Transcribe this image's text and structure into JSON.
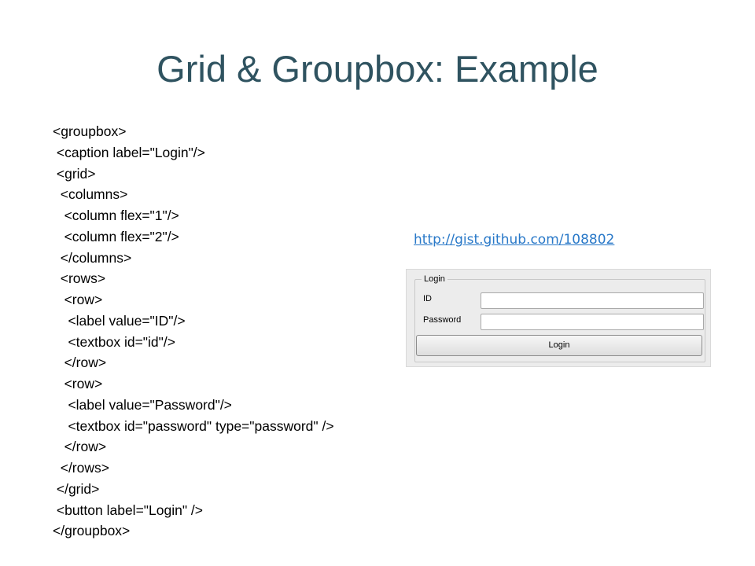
{
  "slide": {
    "title": "Grid & Groupbox: Example",
    "link": "http://gist.github.com/108802"
  },
  "code_lines": [
    "<groupbox>",
    " <caption label=\"Login\"/>",
    " <grid>",
    "  <columns>",
    "   <column flex=\"1\"/>",
    "   <column flex=\"2\"/>",
    "  </columns>",
    "  <rows>",
    "   <row>",
    "    <label value=\"ID\"/>",
    "    <textbox id=\"id\"/>",
    "   </row>",
    "   <row>",
    "    <label value=\"Password\"/>",
    "    <textbox id=\"password\" type=\"password\" />",
    "   </row>",
    "  </rows>",
    " </grid>",
    " <button label=\"Login\" />",
    "</groupbox>"
  ],
  "preview": {
    "caption": "Login",
    "id_label": "ID",
    "id_value": "",
    "password_label": "Password",
    "password_value": "",
    "button_label": "Login"
  },
  "colors": {
    "title": "#2f5360",
    "link": "#2878c8"
  }
}
